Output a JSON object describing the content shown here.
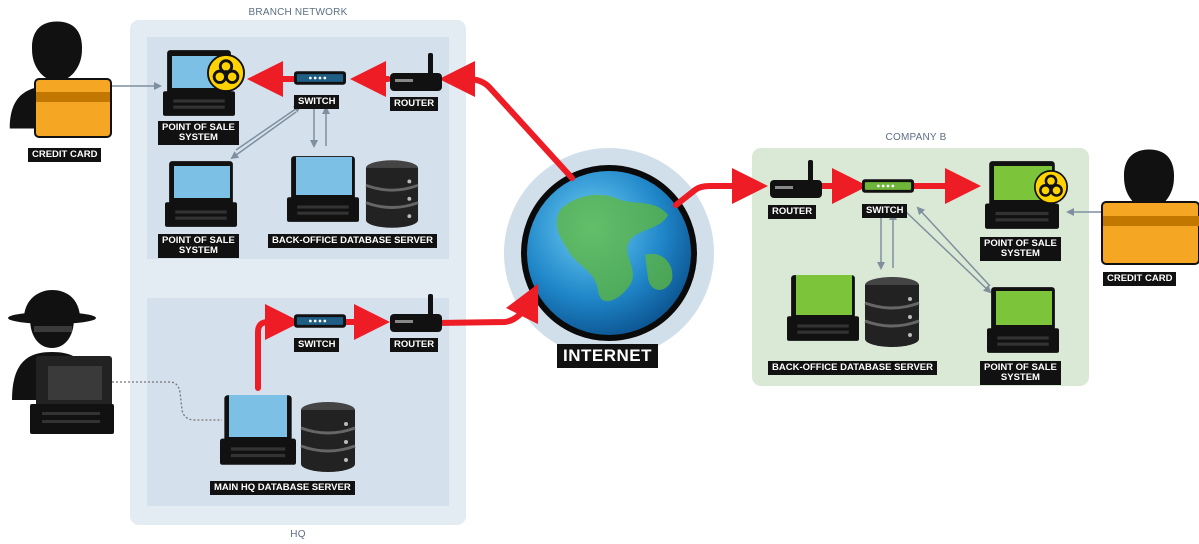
{
  "groups": {
    "branch": "BRANCH NETWORK",
    "hq": "HQ",
    "company_b": "COMPANY B"
  },
  "labels": {
    "credit_card_left": "CREDIT CARD",
    "pos_branch_top": "POINT OF SALE\nSYSTEM",
    "switch_branch": "SWITCH",
    "router_branch": "ROUTER",
    "pos_branch_bottom": "POINT OF SALE\nSYSTEM",
    "backoffice_branch": "BACK-OFFICE DATABASE SERVER",
    "switch_hq": "SWITCH",
    "router_hq": "ROUTER",
    "main_hq_db": "MAIN HQ DATABASE SERVER",
    "internet": "INTERNET",
    "router_b": "ROUTER",
    "switch_b": "SWITCH",
    "pos_b_top": "POINT OF SALE\nSYSTEM",
    "credit_card_right": "CREDIT CARD",
    "backoffice_b": "BACK-OFFICE DATABASE SERVER",
    "pos_b_bottom": "POINT OF SALE\nSYSTEM"
  },
  "colors": {
    "branch_bg": "#e3ebf3",
    "branch_inner": "#d4e1ec",
    "company_b_bg": "#d9e9d6",
    "attack_arrow": "#ee1c25",
    "link_line": "#7f8f9e",
    "card": "#f5a623",
    "screen_blue": "#7cc0e6",
    "screen_green": "#7cc43a",
    "biohazard": "#ffd200"
  },
  "icons": [
    "person-icon",
    "credit-card-icon",
    "laptop-icon",
    "switch-icon",
    "router-icon",
    "database-icon",
    "globe-icon",
    "biohazard-icon",
    "hacker-icon"
  ]
}
